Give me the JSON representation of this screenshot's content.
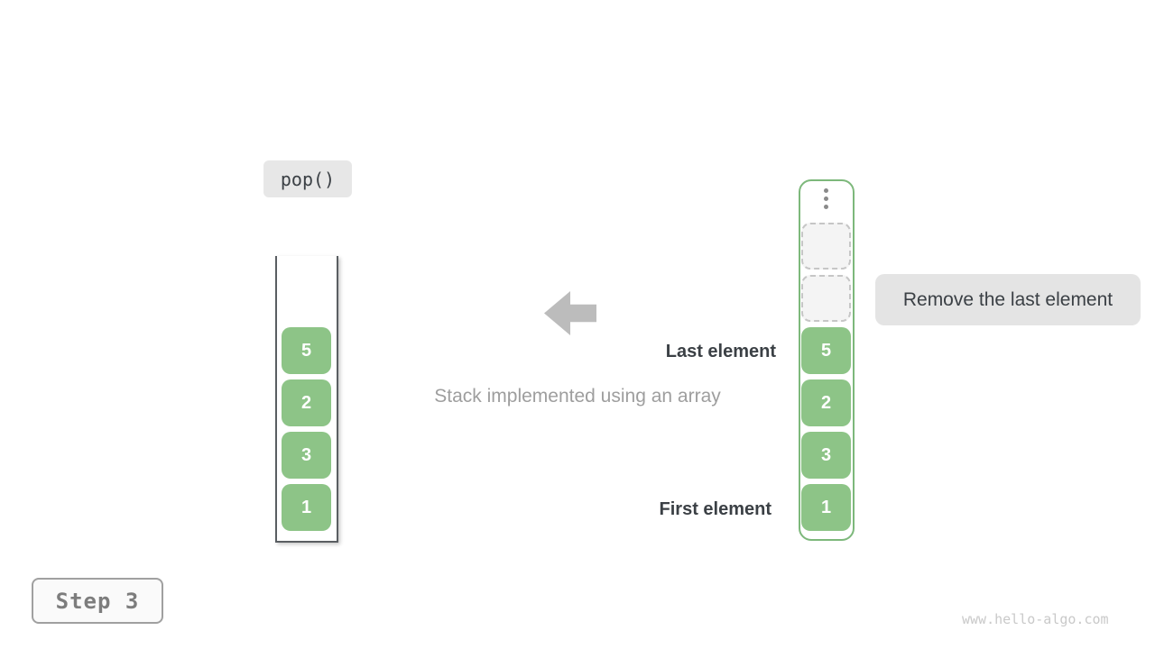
{
  "diagram": {
    "operation": "pop()",
    "step": "Step 3",
    "caption": "Stack implemented using an array",
    "annotation": "Remove the last element",
    "last_element_label": "Last element",
    "first_element_label": "First element",
    "watermark": "www.hello-algo.com"
  },
  "stack_view": {
    "values": [
      "5",
      "2",
      "3",
      "1"
    ]
  },
  "array_view": {
    "ellipsis_icon": "vertical-dots-icon",
    "empty_slot_count": 2,
    "values": [
      "5",
      "2",
      "3",
      "1"
    ]
  },
  "colors": {
    "cell_green": "#8dc487",
    "array_border_green": "#7db87b",
    "stack_border_gray": "#5a5e62",
    "arrow_gray": "#bcbcbc",
    "label_box_bg": "#e7e7e7",
    "annotation_box_bg": "#e4e4e4",
    "empty_slot_bg": "#f4f4f4",
    "empty_slot_border": "#c6c6c6",
    "dark_text": "#3b4045",
    "muted_text": "#9e9e9e",
    "step_text": "#7d7d7d",
    "watermark_text": "#c9c9c9"
  }
}
